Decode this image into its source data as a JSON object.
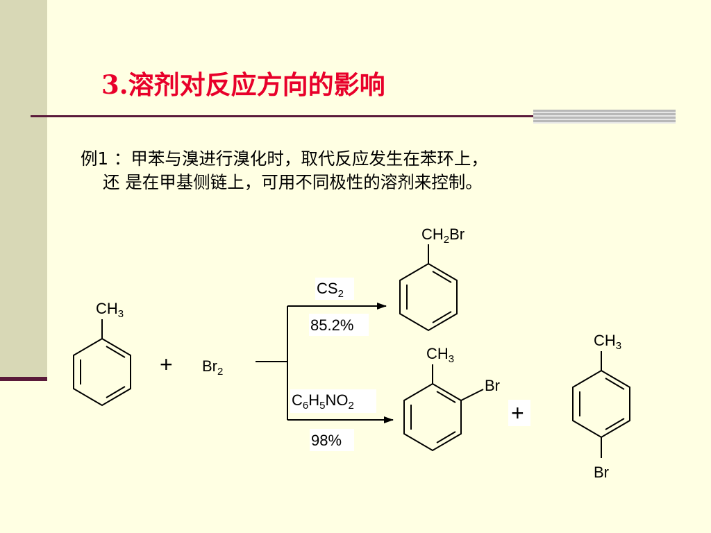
{
  "slide": {
    "title": "3.溶剂对反应方向的影响",
    "example_line1": "例1 ：甲苯与溴进行溴化时，取代反应发生在苯环上，",
    "example_line2": "还  是在甲基侧链上，可用不同极性的溶剂来控制。"
  },
  "colors": {
    "background": "#FFFFE3",
    "title": "#E8002A",
    "band": "#D8D8B6",
    "rule": "#5A1A3A"
  },
  "reaction": {
    "reactant": {
      "group": "CH",
      "group_sub": "3"
    },
    "plus": "+",
    "reagent": {
      "main": "Br",
      "sub": "2"
    },
    "upper_path": {
      "solvent": {
        "main": "CS",
        "sub": "2"
      },
      "yield": "85.2%",
      "product": {
        "group_a": "CH",
        "group_sub": "2",
        "group_b": "Br"
      }
    },
    "lower_path": {
      "solvent": {
        "p1": "C",
        "s1": "6",
        "p2": "H",
        "s2": "5",
        "p3": "NO",
        "s3": "2"
      },
      "yield": "98%",
      "product_ortho": {
        "group": "CH",
        "group_sub": "3",
        "sub_label": "Br"
      },
      "plus": "+",
      "product_para": {
        "group": "CH",
        "group_sub": "3",
        "sub_label": "Br"
      }
    }
  }
}
